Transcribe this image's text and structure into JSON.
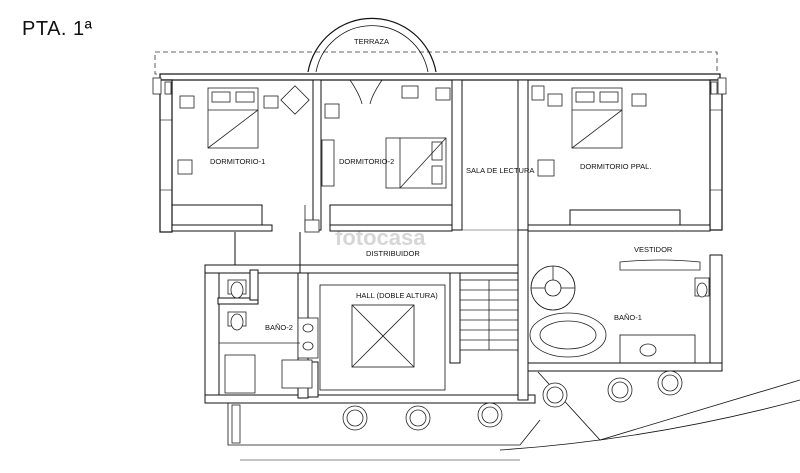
{
  "floor_title": "PTA. 1ª",
  "watermark": "fotocasa",
  "rooms": {
    "terraza": "TERRAZA",
    "dormitorio1": "DORMITORIO-1",
    "dormitorio2": "DORMITORIO-2",
    "sala_lectura": "SALA DE LECTURA",
    "dormitorio_ppal": "DORMITORIO PPAL.",
    "distribuidor": "DISTRIBUIDOR",
    "vestidor": "VESTIDOR",
    "hall": "HALL (DOBLE ALTURA)",
    "bano2": "BAÑO-2",
    "bano1": "BAÑO-1"
  }
}
